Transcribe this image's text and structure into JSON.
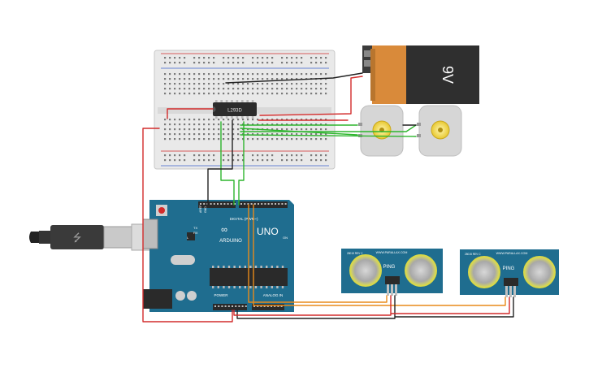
{
  "battery": {
    "label": "9V"
  },
  "motor_driver": {
    "label": "L293D"
  },
  "arduino": {
    "brand": "ARDUINO",
    "model": "UNO",
    "digital_label": "DIGITAL (PWM~)",
    "analog_label": "ANALOG IN",
    "power_label": "POWER",
    "on_label": "ON",
    "tx_label": "TX",
    "rx_label": "RX",
    "l_label": "L",
    "aref_label": "AREF",
    "gnd_label": "GND"
  },
  "sensors": [
    {
      "brand": "WWW.PARALLAX.COM",
      "model": "PING",
      "rev": "28015 REV C"
    },
    {
      "brand": "WWW.PARALLAX.COM",
      "model": "PING",
      "rev": "28015 REV C"
    }
  ],
  "colors": {
    "board_blue": "#1f6d8f",
    "wire_red": "#d22b2b",
    "wire_black": "#222222",
    "wire_green": "#2db52d",
    "wire_orange": "#e88a1a",
    "battery_orange": "#d98a3a",
    "battery_dark": "#2f2f2f"
  }
}
